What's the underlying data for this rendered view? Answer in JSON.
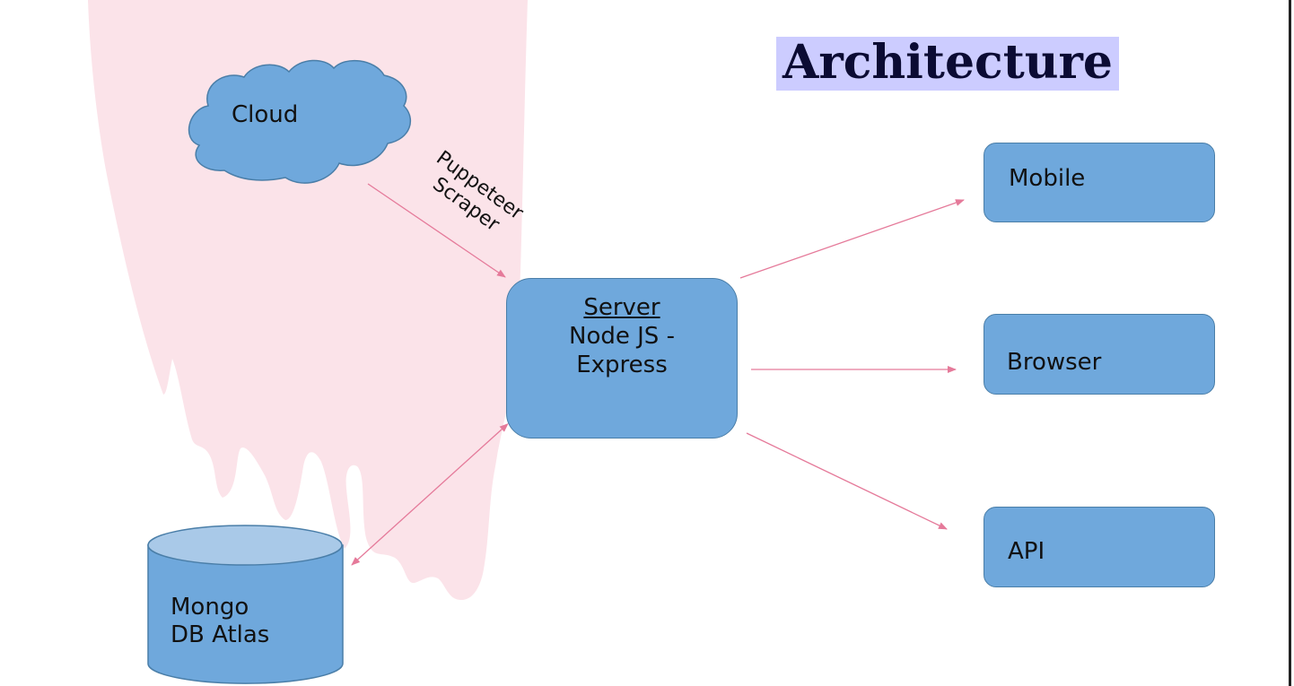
{
  "title": "Architecture",
  "nodes": {
    "cloud": "Cloud",
    "scraper_line1": "Puppeteer",
    "scraper_line2": "Scraper",
    "server_heading": "Server",
    "server_line1": "Node JS -",
    "server_line2": "Express",
    "mobile": "Mobile",
    "browser": "Browser",
    "api": "API",
    "db_line1": "Mongo",
    "db_line2": "DB Atlas"
  },
  "colors": {
    "shape_fill": "#6fa8dc",
    "shape_stroke": "#4a7ea8",
    "db_top": "#a9c9e8",
    "arrow": "#e57a9a",
    "splash": "#fbe3e9",
    "title_bg": "#ccccff",
    "title_text": "#0b0b33"
  }
}
